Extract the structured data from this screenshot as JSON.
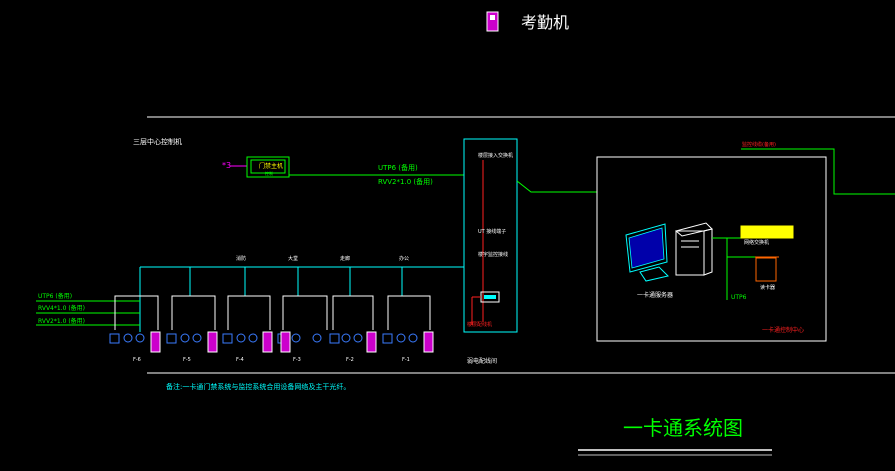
{
  "legend": {
    "icon": "terminal-device-icon",
    "label": "考勤机"
  },
  "building_label": "三层中心控制机",
  "access_panel": {
    "label": "门禁主机",
    "sub": "控制"
  },
  "marker": "*3",
  "trunk_cable": {
    "utp": "UTP6 (备用)",
    "rvv": "RVV2*1.0 (备用)"
  },
  "left_cables": [
    "UTP6 (备用)",
    "RVV4*1.0 (备用)",
    "RVV2*1.0 (备用)"
  ],
  "cabinet": {
    "label_top": "楼层接入交换机",
    "label_mid1": "UT 接线端子",
    "label_mid2": "楼宇监控接线",
    "label_bottom": "楼层配线机"
  },
  "cabinet_caption": "弱电配线间",
  "branches": [
    "消防",
    "大堂",
    "走廊",
    "办公",
    ""
  ],
  "floors": [
    "F-6",
    "F-5",
    "F-4",
    "F-3",
    "F-2",
    "F-1"
  ],
  "control_room": {
    "top_cable": "监控线缆(备用)",
    "server_label": "一卡通服务器",
    "device_label": "读卡器",
    "switch_label": "网络交换机",
    "utp": "UTP6",
    "room_label": "一卡通控制中心"
  },
  "note": "备注:一卡通门禁系统与监控系统合用设备网络及主干光纤。",
  "title": "一卡通系统图",
  "colors": {
    "green": "#00ff00",
    "cyan": "#00ffff",
    "magenta": "#ff00ff",
    "yellow": "#ffff00",
    "red": "#ff2020",
    "blue": "#3a7bff",
    "white": "#ffffff"
  }
}
